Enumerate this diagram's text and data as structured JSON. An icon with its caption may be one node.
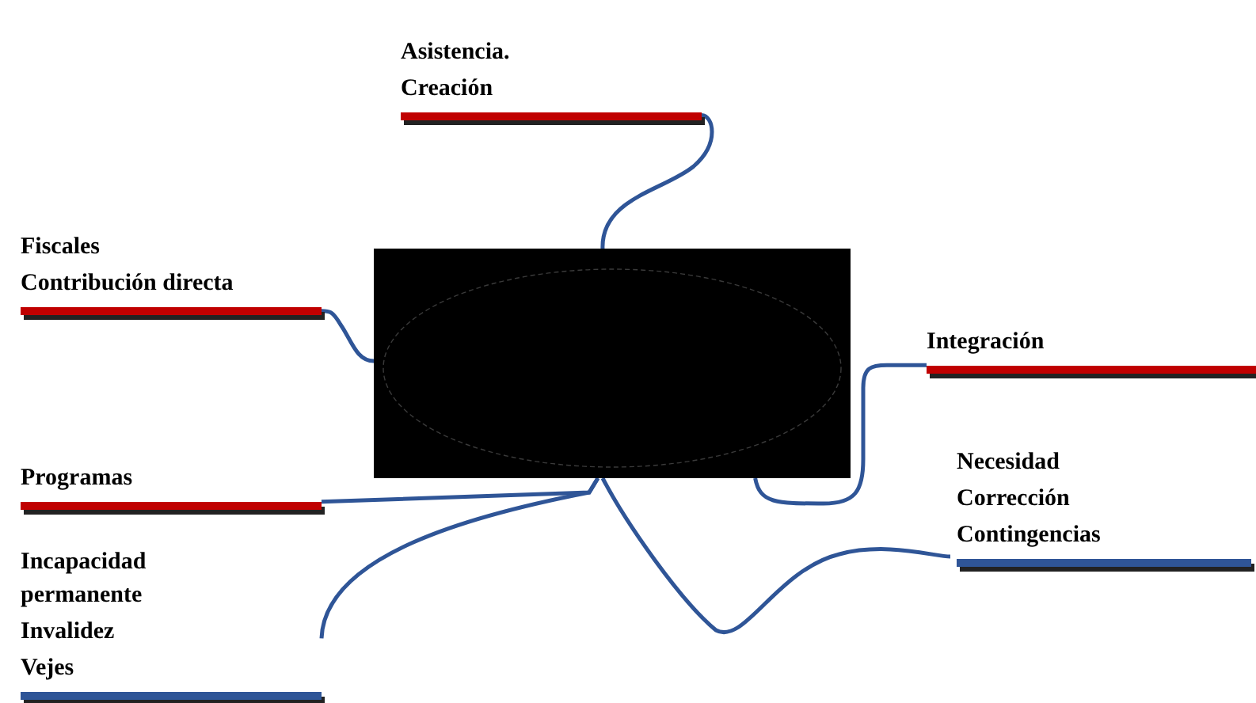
{
  "diagram": {
    "nodes": [
      {
        "text": [],
        "shape": "box"
      },
      {
        "text": [
          "Asistencia.",
          "Creación"
        ]
      },
      {
        "text": [
          "Fiscales",
          "Contribución directa"
        ]
      },
      {
        "text": [
          "Integración"
        ]
      },
      {
        "text": [
          "Programas"
        ]
      },
      {
        "text": [
          "Incapacidad permanente",
          "Invalidez",
          "Vejes"
        ]
      },
      {
        "text": [
          "Necesidad",
          "Corrección",
          "Contingencias"
        ]
      }
    ],
    "edges": [
      {
        "from": 0,
        "to": 1,
        "arrow": "none"
      },
      {
        "from": 0,
        "to": 2,
        "arrow": "none"
      },
      {
        "from": 0,
        "to": 3,
        "arrow": "none"
      },
      {
        "from": 0,
        "to": 4,
        "arrow": "none"
      },
      {
        "from": 0,
        "to": 5,
        "arrow": "none"
      },
      {
        "from": 0,
        "to": 6,
        "arrow": "none"
      }
    ]
  }
}
